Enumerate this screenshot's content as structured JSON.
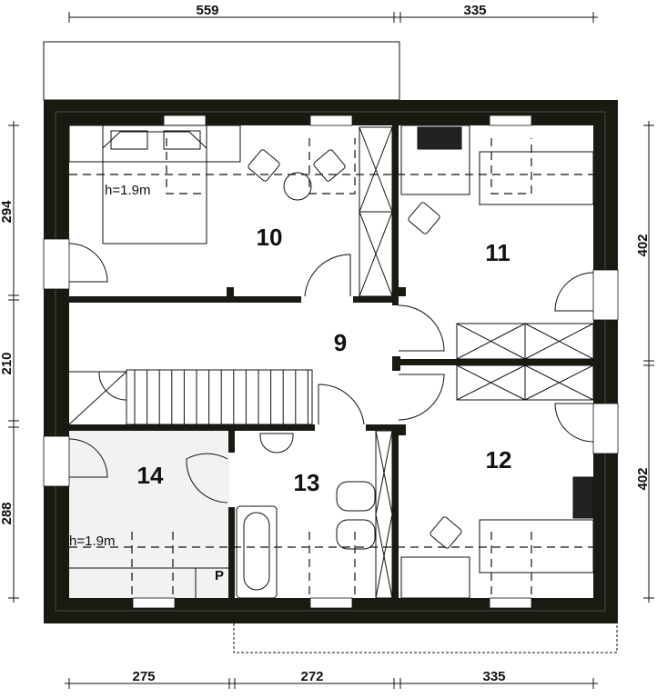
{
  "plan": {
    "dimensions": {
      "top": [
        "559",
        "335"
      ],
      "bottom": [
        "275",
        "272",
        "335"
      ],
      "left": [
        "294",
        "210",
        "288"
      ],
      "right": [
        "402",
        "402"
      ]
    },
    "rooms": [
      {
        "number": "9"
      },
      {
        "number": "10"
      },
      {
        "number": "11"
      },
      {
        "number": "12"
      },
      {
        "number": "13"
      },
      {
        "number": "14"
      }
    ],
    "notes": {
      "height_upper": "h=1.9m",
      "height_lower": "h=1.9m",
      "p_label": "P"
    },
    "colors": {
      "wall": "#1b1a12",
      "room14_fill": "#f2f2f2"
    }
  }
}
